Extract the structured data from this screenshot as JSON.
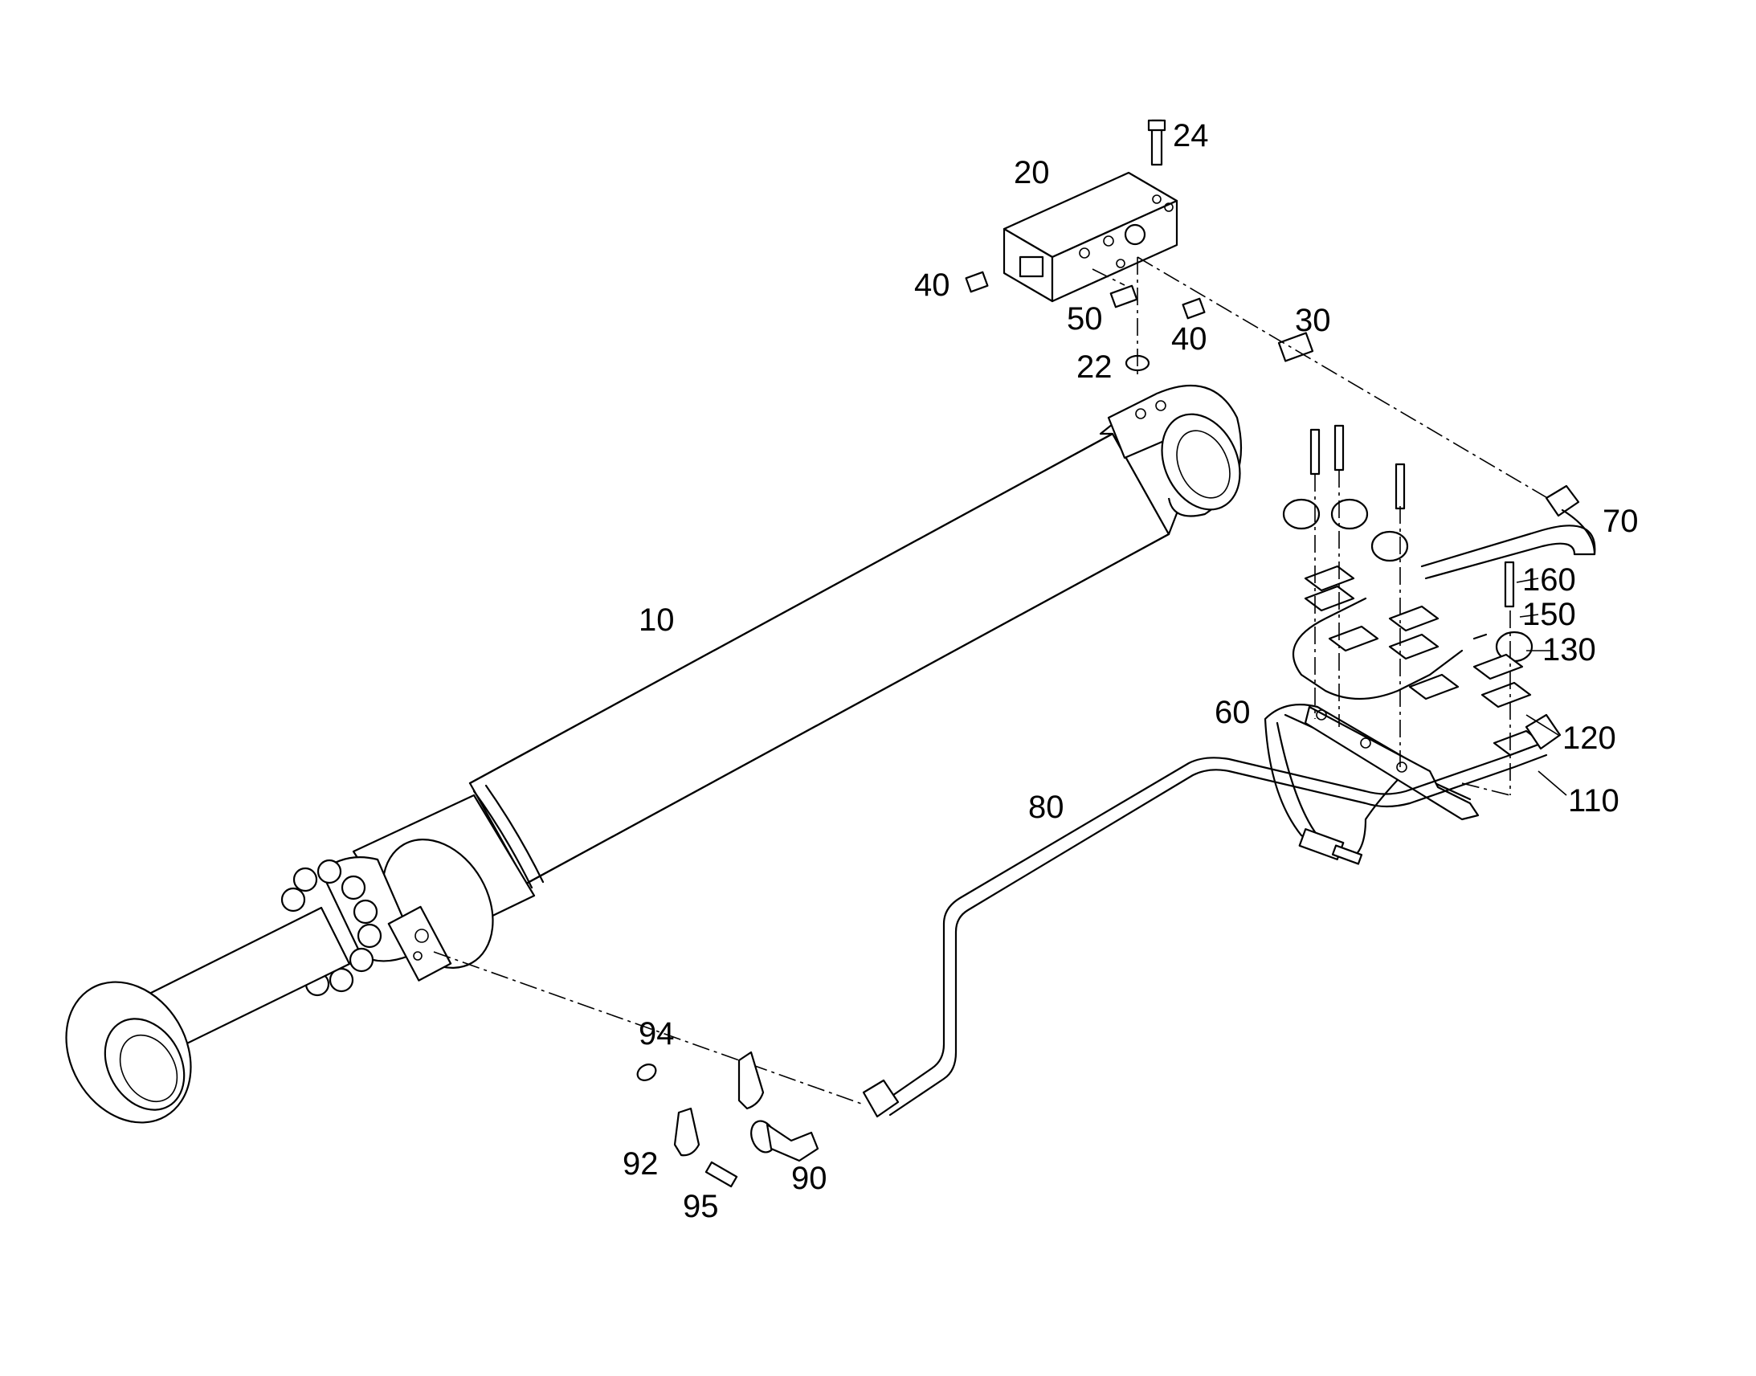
{
  "callouts": {
    "c10": "10",
    "c20": "20",
    "c22": "22",
    "c24": "24",
    "c30": "30",
    "c40a": "40",
    "c40b": "40",
    "c50": "50",
    "c60": "60",
    "c70": "70",
    "c80": "80",
    "c90": "90",
    "c92": "92",
    "c94": "94",
    "c95": "95",
    "c110": "110",
    "c120": "120",
    "c130": "130",
    "c150": "150",
    "c160": "160"
  }
}
